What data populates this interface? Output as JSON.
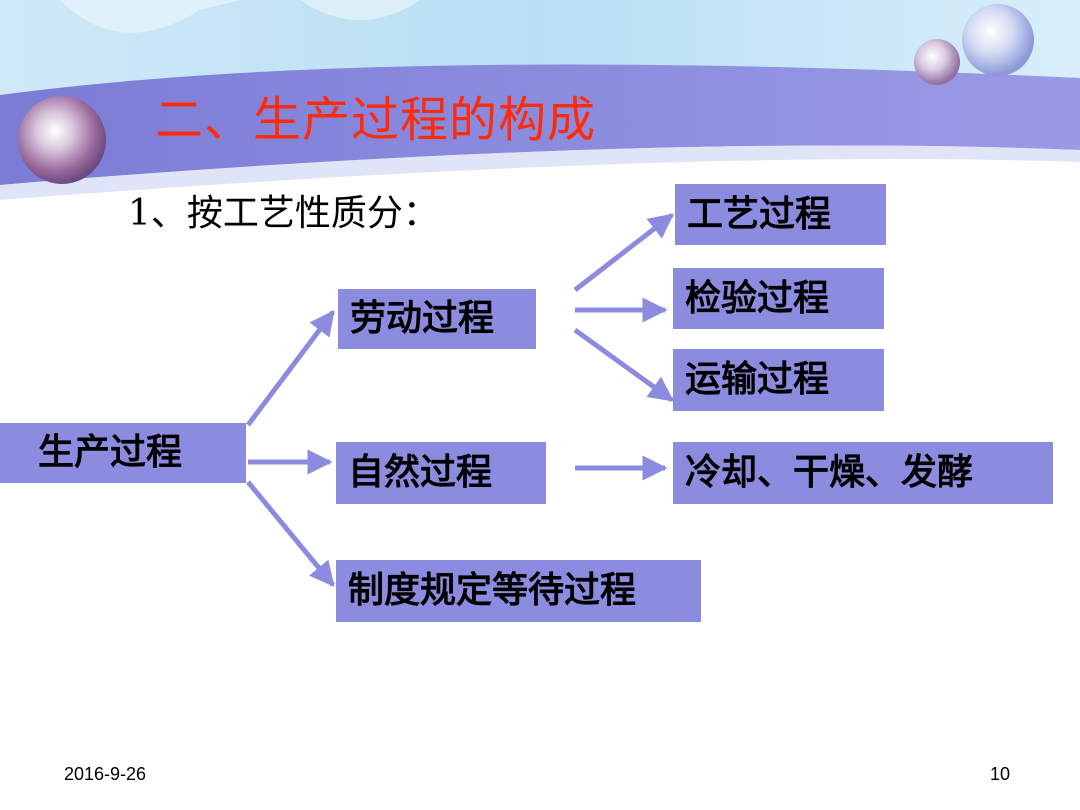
{
  "slide": {
    "title": "二、生产过程的构成",
    "subtitle": "1、按工艺性质分：",
    "footer_date": "2016-9-26",
    "footer_page": "10"
  },
  "diagram": {
    "root": "生产过程",
    "level1": [
      "劳动过程",
      "自然过程",
      "制度规定等待过程"
    ],
    "labor_children": [
      "工艺过程",
      "检验过程",
      "运输过程"
    ],
    "natural_children": [
      "冷却、干燥、发酵"
    ]
  },
  "colors": {
    "box_fill": "#8b8bdf",
    "arrow": "#8b8bdf",
    "title": "#ff2a0a",
    "banner": "#6f6fd0"
  }
}
